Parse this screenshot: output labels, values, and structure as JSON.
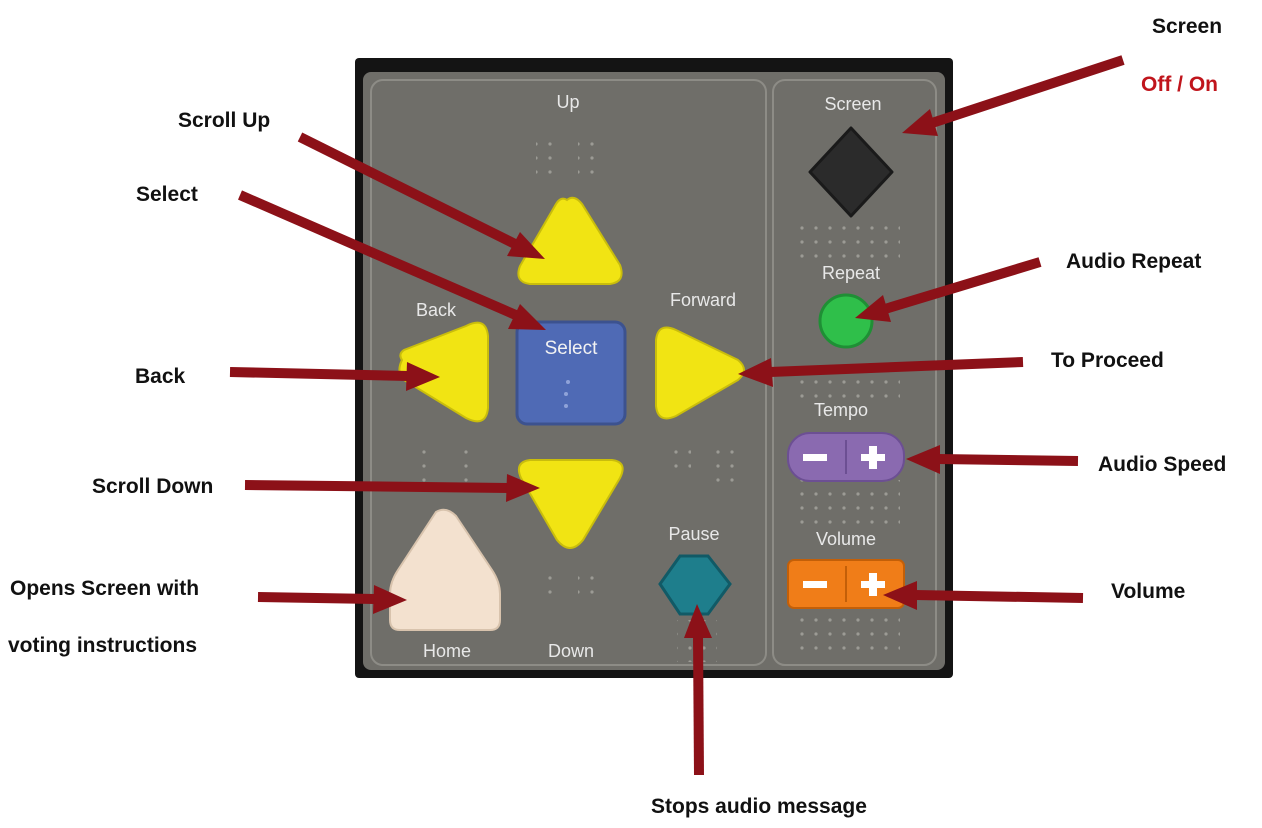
{
  "panel": {
    "labels": {
      "up": "Up",
      "back": "Back",
      "forward": "Forward",
      "select": "Select",
      "pause": "Pause",
      "home": "Home",
      "down": "Down",
      "screen": "Screen",
      "repeat": "Repeat",
      "tempo": "Tempo",
      "volume": "Volume"
    },
    "colors": {
      "background": "#6f6e69",
      "frame": "#141414",
      "arrow_buttons": "#f1e413",
      "select_button": "#4f6ab5",
      "home_button": "#f3e1cf",
      "pause_button": "#1e7e8c",
      "screen_button": "#2b2b2b",
      "repeat_button": "#2fbf4a",
      "tempo_control": "#8a6ab0",
      "volume_control": "#f07d18"
    }
  },
  "callouts": {
    "screen_title": "Screen",
    "screen_state": "Off / On",
    "scroll_up": "Scroll Up",
    "select": "Select",
    "audio_repeat": "Audio Repeat",
    "back": "Back",
    "to_proceed": "To Proceed",
    "audio_speed": "Audio Speed",
    "scroll_down": "Scroll Down",
    "opens_screen_line1": "Opens Screen with",
    "opens_screen_line2": "voting instructions",
    "volume": "Volume",
    "stops_audio": "Stops audio message"
  },
  "colors": {
    "arrow": "#8c1118",
    "screen_state_text": "#c0151c"
  }
}
